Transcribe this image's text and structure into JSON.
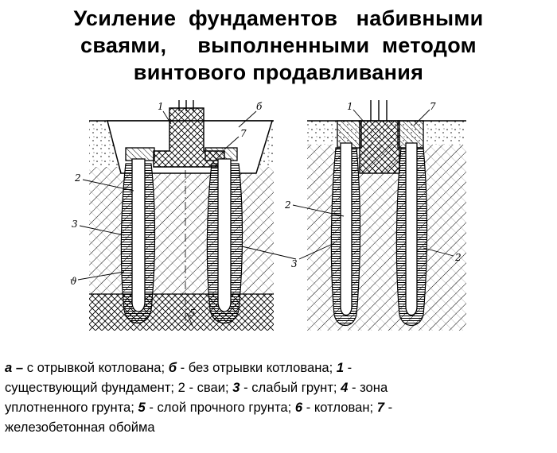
{
  "title": {
    "line1": "Усиление  фундаментов   набивными",
    "line2": "сваями,     выполненными  методом",
    "line3": "винтового продавливания"
  },
  "figure": {
    "labels_a": [
      "1",
      "б",
      "7",
      "2",
      "3",
      "ϑ",
      "5"
    ],
    "labels_b": [
      "1",
      "7",
      "2",
      "3",
      "2"
    ]
  },
  "caption": {
    "line1": [
      {
        "k": "а –",
        "t": " с отрывкой   котлована;    "
      },
      {
        "k": "б",
        "t": " - без  отрывки  котлована;   "
      },
      {
        "k": "1",
        "t": " -"
      }
    ],
    "line2": [
      {
        "k": "",
        "t": "существующий фундамент;   "
      },
      {
        "k": "",
        "t": "2 - сваи;   "
      },
      {
        "k": "3",
        "t": " - слабый  грунт;   "
      },
      {
        "k": "4",
        "t": " - зона"
      }
    ],
    "line3": [
      {
        "k": "",
        "t": "уплотненного  грунта;   "
      },
      {
        "k": "5",
        "t": " - слой прочного грунта; "
      },
      {
        "k": "6",
        "t": " - котлован; "
      },
      {
        "k": "7",
        "t": " -"
      }
    ],
    "line4": "железобетонная обойма"
  }
}
